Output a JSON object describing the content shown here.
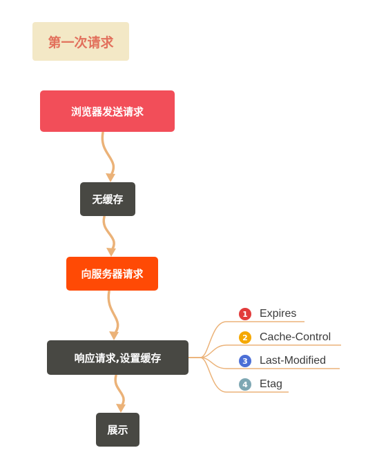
{
  "title": "第一次请求",
  "colors": {
    "title_bg": "#f3e8c6",
    "title_text": "#e2705c",
    "connector": "#ebb278",
    "node_dark": "#484843",
    "node_red": "#f24e59",
    "node_orange": "#ff4a05"
  },
  "nodes": [
    {
      "label": "浏览器发送请求",
      "color": "#f24e59"
    },
    {
      "label": "无缓存",
      "color": "#484843"
    },
    {
      "label": "向服务器请求",
      "color": "#ff4a05"
    },
    {
      "label": "响应请求,设置缓存",
      "color": "#484843"
    },
    {
      "label": "展示",
      "color": "#484843"
    }
  ],
  "branches": [
    {
      "number": "1",
      "label": "Expires",
      "badge_color": "#e23b3b"
    },
    {
      "number": "2",
      "label": "Cache-Control",
      "badge_color": "#f5a800"
    },
    {
      "number": "3",
      "label": "Last-Modified",
      "badge_color": "#4c6fd6"
    },
    {
      "number": "4",
      "label": "Etag",
      "badge_color": "#7ea7b3"
    }
  ]
}
